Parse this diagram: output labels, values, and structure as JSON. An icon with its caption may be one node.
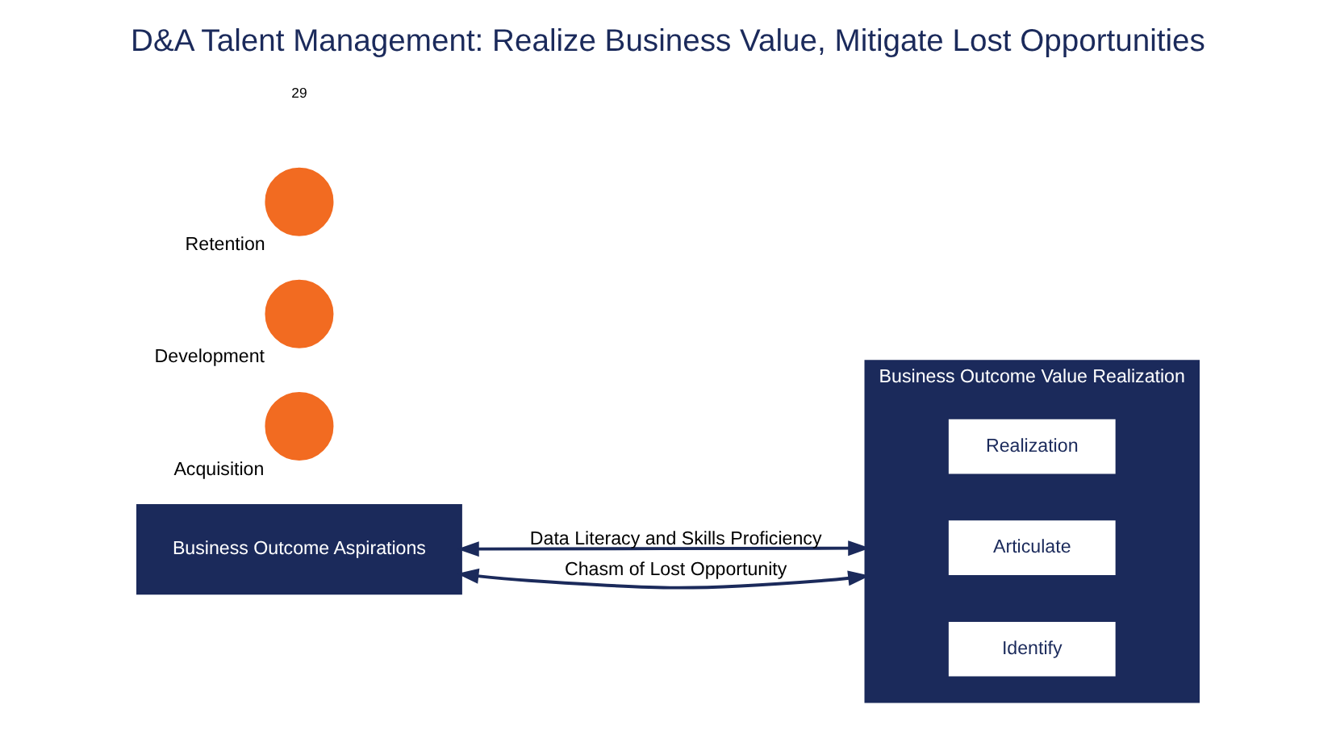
{
  "diagram": {
    "title": "D&A Talent Management: Realize Business Value, Mitigate Lost Opportunities",
    "nodes": [
      {
        "text": [
          "Business Outcome Aspirations"
        ]
      },
      {
        "text": [
          "Business Outcome Value Realization"
        ]
      },
      {
        "text": [
          "Realization"
        ],
        "in": 1
      },
      {
        "text": [
          "Articulate"
        ],
        "in": 1
      },
      {
        "text": [
          "Identify"
        ],
        "in": 1
      },
      {
        "text": [],
        "shape": "circle",
        "beside": [
          "Acquisition"
        ]
      },
      {
        "text": [],
        "shape": "circle",
        "beside": [
          "Development"
        ]
      },
      {
        "text": [],
        "shape": "circle",
        "beside": [
          "Retention"
        ]
      }
    ],
    "edges": [
      {
        "from": 0,
        "to": 1,
        "arrow": "both",
        "label": "Data Literacy and Skills Proficiency"
      },
      {
        "from": 0,
        "to": 1,
        "arrow": "both",
        "label": "Chasm of Lost Opportunity"
      }
    ],
    "labels": [
      "29"
    ]
  }
}
